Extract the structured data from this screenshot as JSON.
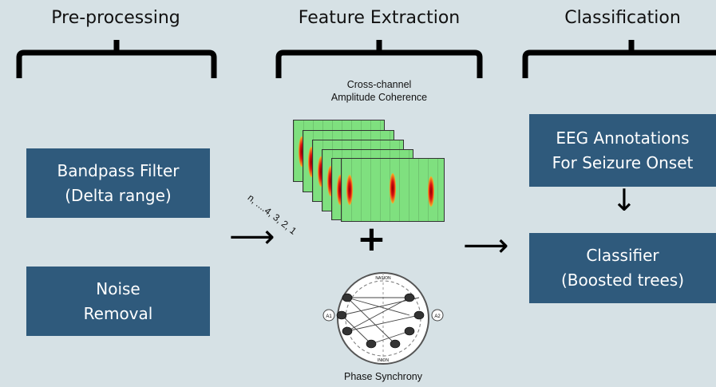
{
  "columns": {
    "preprocessing": "Pre-processing",
    "feature_extraction": "Feature Extraction",
    "classification": "Classification"
  },
  "preprocessing": {
    "bandpass_line1": "Bandpass Filter",
    "bandpass_line2": "(Delta range)",
    "noise_line1": "Noise",
    "noise_line2": "Removal"
  },
  "feature_extraction": {
    "coherence_line1": "Cross-channel",
    "coherence_line2": "Amplitude Coherence",
    "stack_index": "n, ....4, 3, 2, 1",
    "plus": "+",
    "phase_label": "Phase Synchrony",
    "head_labels": {
      "top": "NASION",
      "bottom": "INION",
      "left": "A1",
      "right": "A2"
    }
  },
  "classification": {
    "annotations_line1": "EEG Annotations",
    "annotations_line2": "For Seizure Onset",
    "classifier_line1": "Classifier",
    "classifier_line2": "(Boosted trees)"
  },
  "arrows": {
    "right": "⟶",
    "down": "↓"
  },
  "colors": {
    "background": "#d6e1e5",
    "box_fill": "#2f5a7c",
    "box_text": "#ffffff",
    "spectrogram_fill": "#7fe07f"
  }
}
